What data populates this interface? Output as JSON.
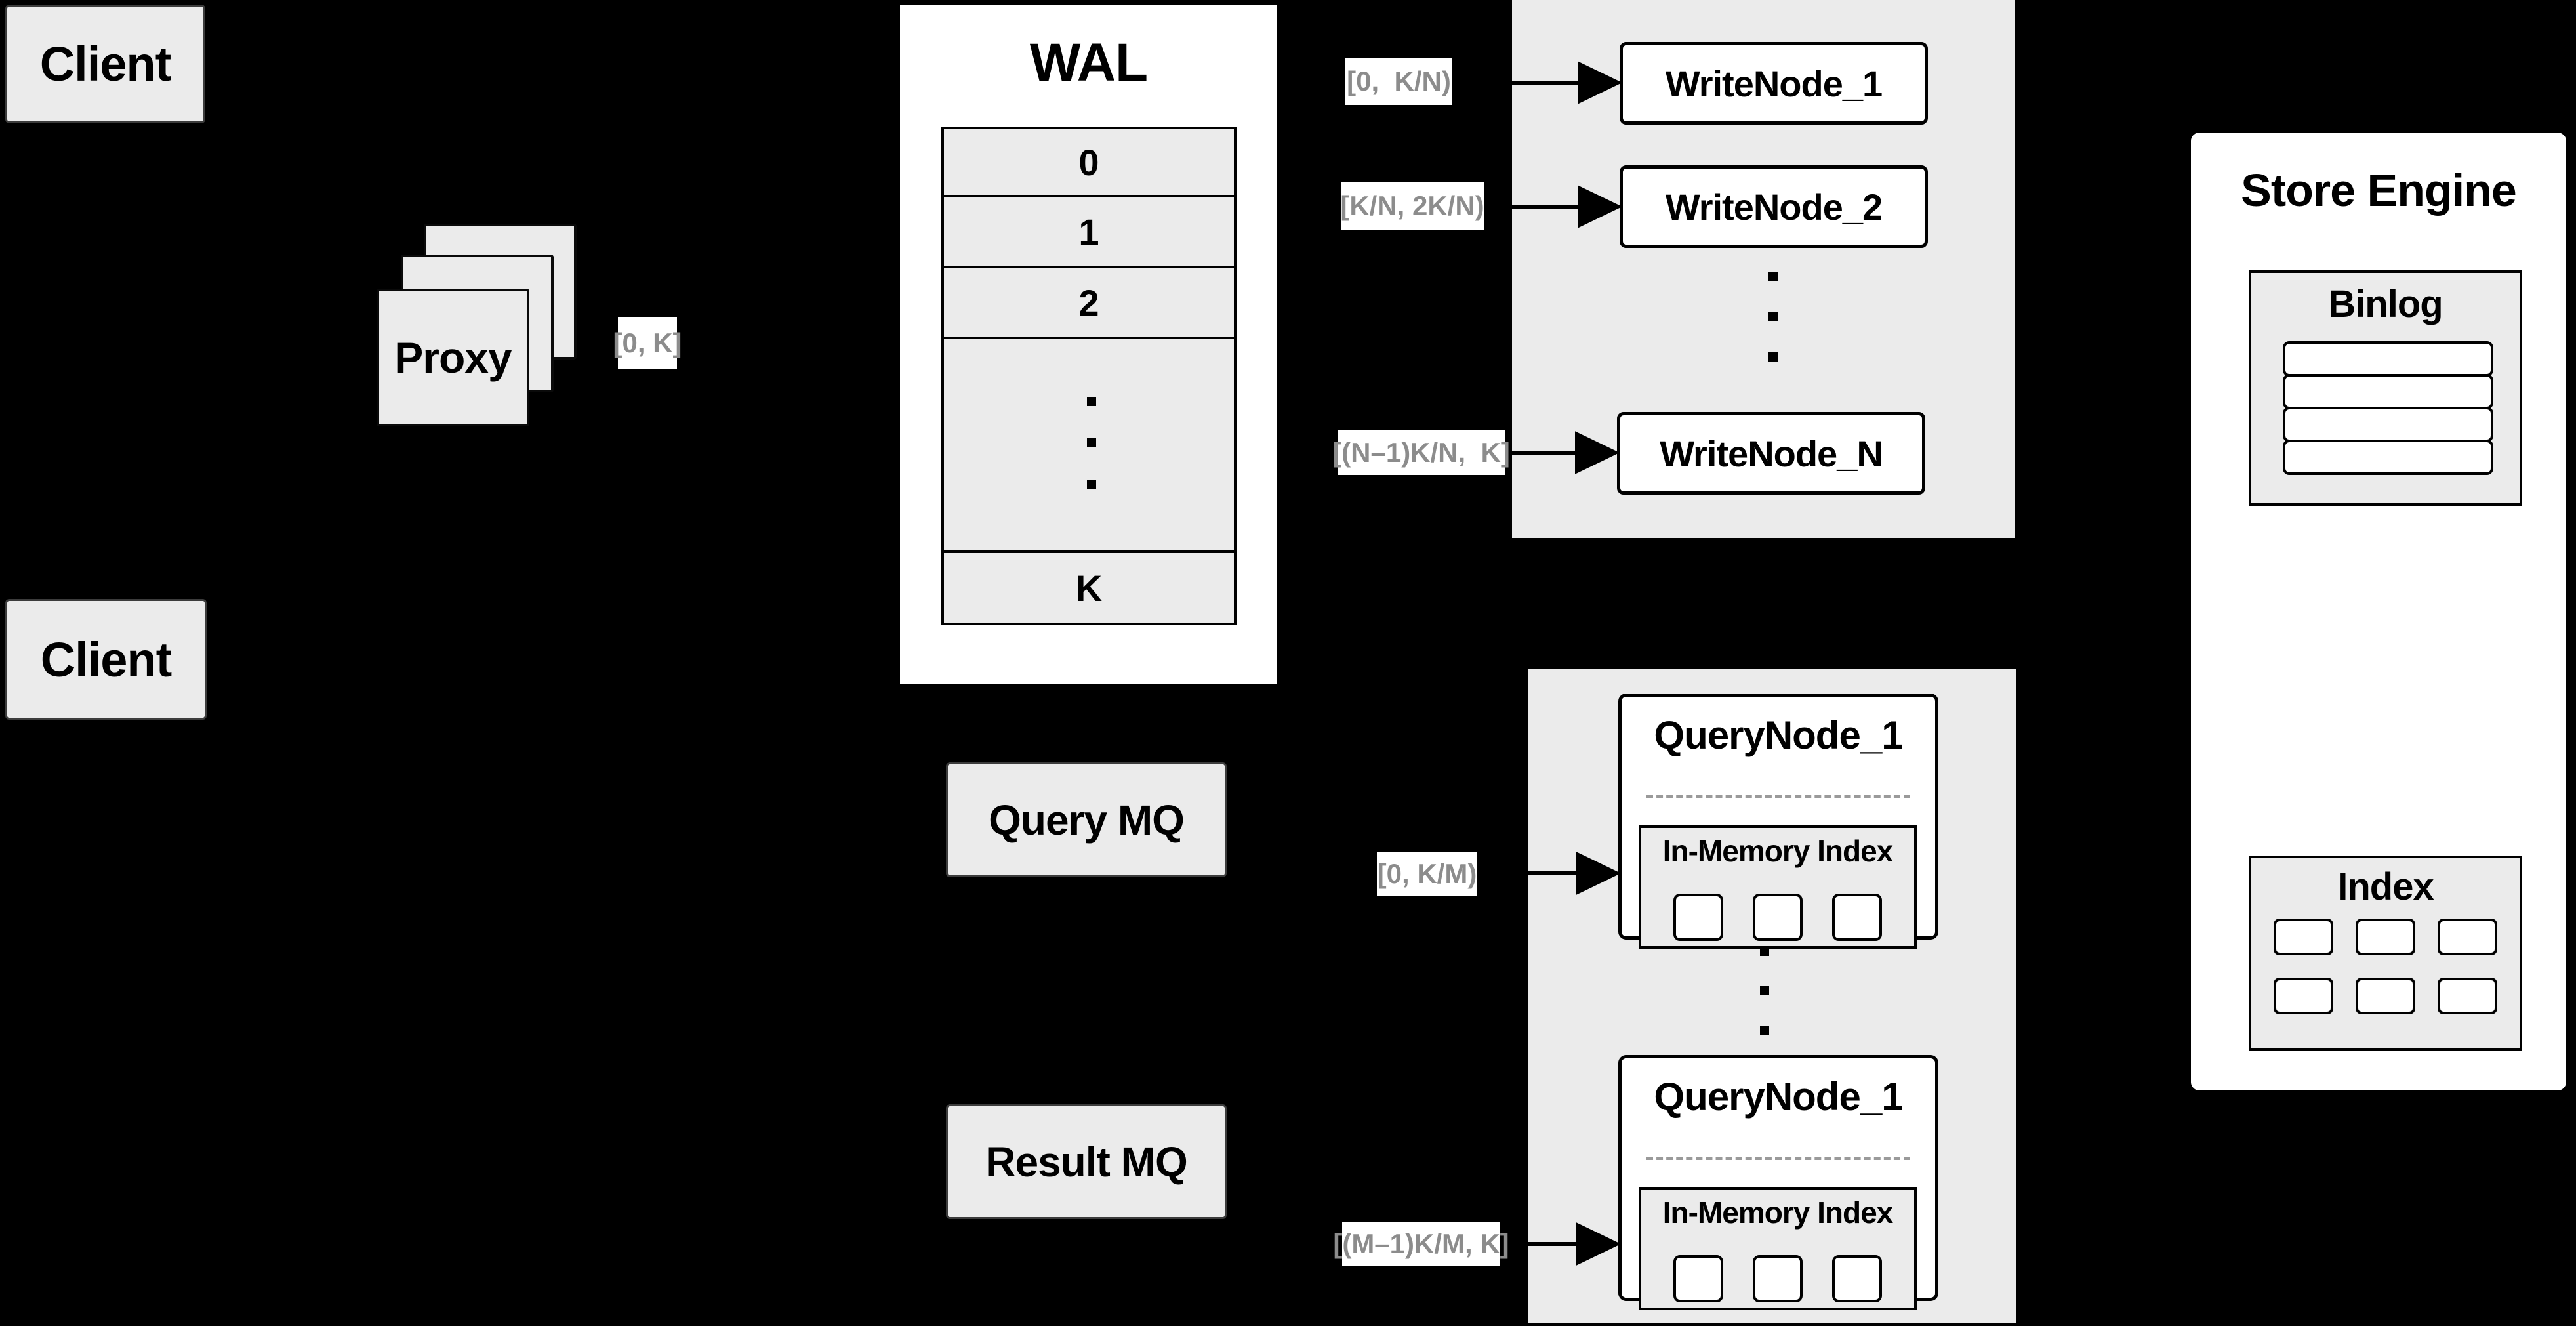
{
  "diagram": {
    "clients": {
      "top": "Client",
      "bottom": "Client"
    },
    "proxy": {
      "label": "Proxy",
      "range": "[0, K]"
    },
    "wal": {
      "title": "WAL",
      "cells": [
        "0",
        "1",
        "2"
      ],
      "last_cell": "K"
    },
    "write_plane": {
      "ranges": [
        "[0,  K/N)",
        "[K/N, 2K/N)",
        "[(N–1)K/N,  K]"
      ],
      "nodes": [
        "WriteNode_1",
        "WriteNode_2",
        "WriteNode_N"
      ]
    },
    "mq": {
      "query": "Query MQ",
      "result": "Result MQ"
    },
    "query_plane": {
      "ranges": [
        "[0, K/M)",
        "[(M–1)K/M, K]"
      ],
      "node_title_top": "QueryNode_1",
      "node_title_bottom": "QueryNode_1",
      "inner_title_top": "In-Memory Index",
      "inner_title_bottom": "In-Memory Index"
    },
    "store": {
      "title": "Store Engine",
      "binlog": "Binlog",
      "index": "Index"
    }
  },
  "colors": {
    "background": "#000000",
    "panel_gray": "#ebebeb",
    "box_white": "#ffffff",
    "line_black": "#000000",
    "chip_text": "#8c8c8c"
  }
}
